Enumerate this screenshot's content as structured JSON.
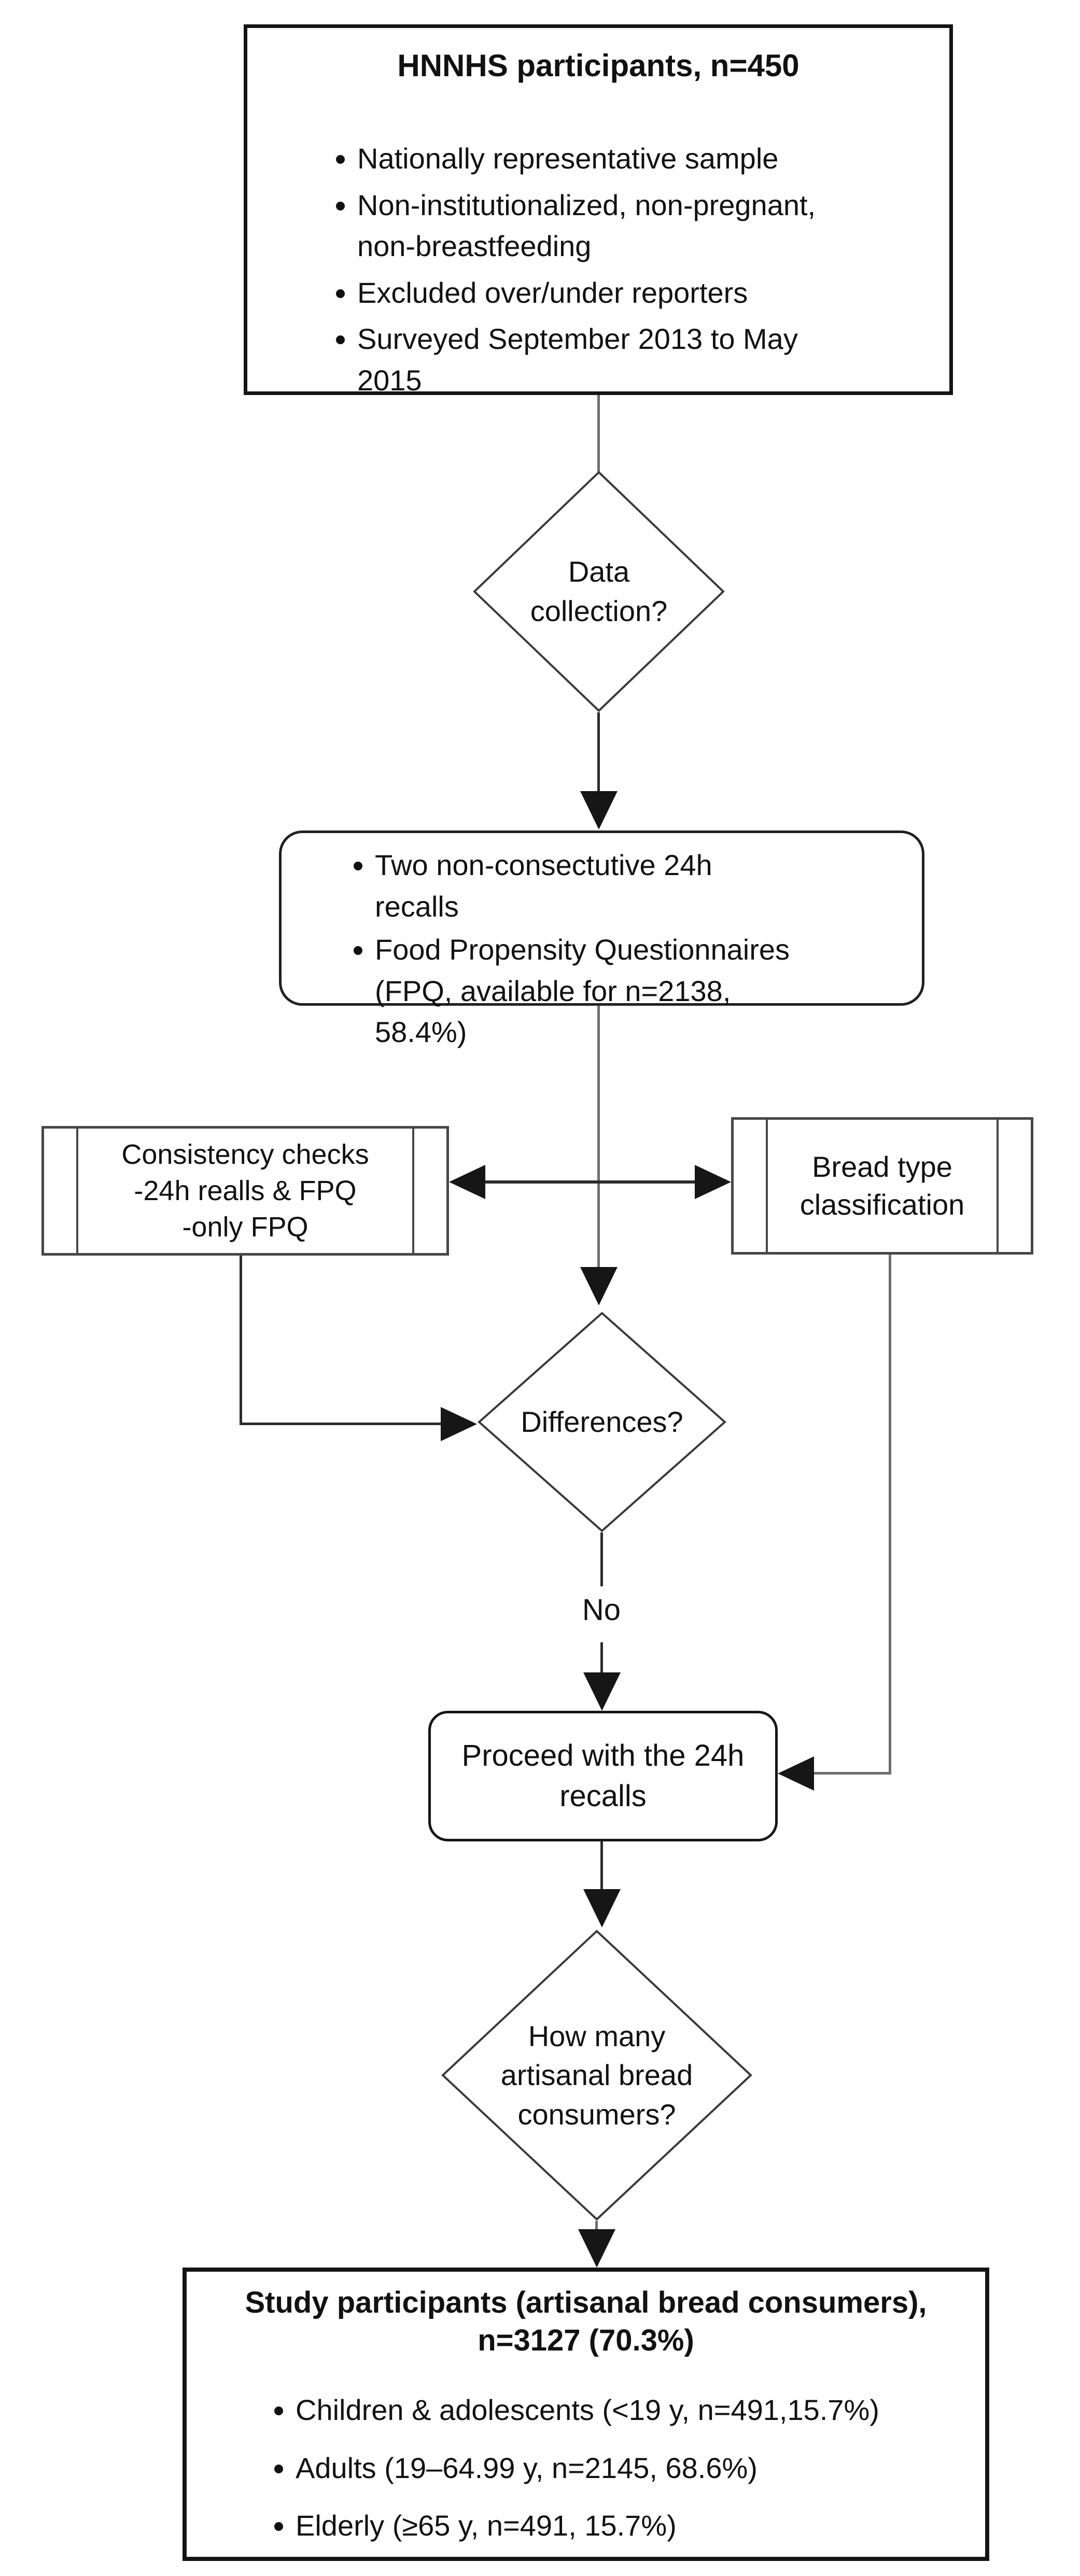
{
  "flowchart": {
    "top_box": {
      "title": "HNNHS participants, n=450",
      "bullets": [
        "Nationally representative sample",
        "Non-institutionalized, non-pregnant, non-breastfeeding",
        "Excluded over/under reporters",
        "Surveyed September 2013 to May 2015"
      ]
    },
    "decision_data_collection": {
      "label": "Data collection?"
    },
    "methods_box": {
      "bullets": [
        "Two non-consectutive 24h recalls",
        "Food Propensity Questionnaires (FPQ, available for n=2138, 58.4%)"
      ]
    },
    "consistency_box": {
      "line1": "Consistency checks",
      "line2": "-24h realls & FPQ",
      "line3": "-only FPQ"
    },
    "bread_box": {
      "label": "Bread type classification"
    },
    "decision_differences": {
      "label": "Differences?"
    },
    "no_label": "No",
    "proceed_box": {
      "label": "Proceed with the 24h recalls"
    },
    "decision_consumers": {
      "label": "How many artisanal bread consumers?"
    },
    "result_box": {
      "title_line1": "Study participants (artisanal bread consumers),",
      "title_line2": "n=3127 (70.3%)",
      "bullets": [
        "Children & adolescents (<19 y, n=491,15.7%)",
        "Adults (19–64.99 y, n=2145, 68.6%)",
        "Elderly (≥65 y, n=491, 15.7%)"
      ]
    },
    "colors": {
      "background": "#ffffff",
      "border": "#141414",
      "line": "#2c2c2c",
      "line_secondary": "#6e6e6e",
      "text": "#111111"
    }
  }
}
